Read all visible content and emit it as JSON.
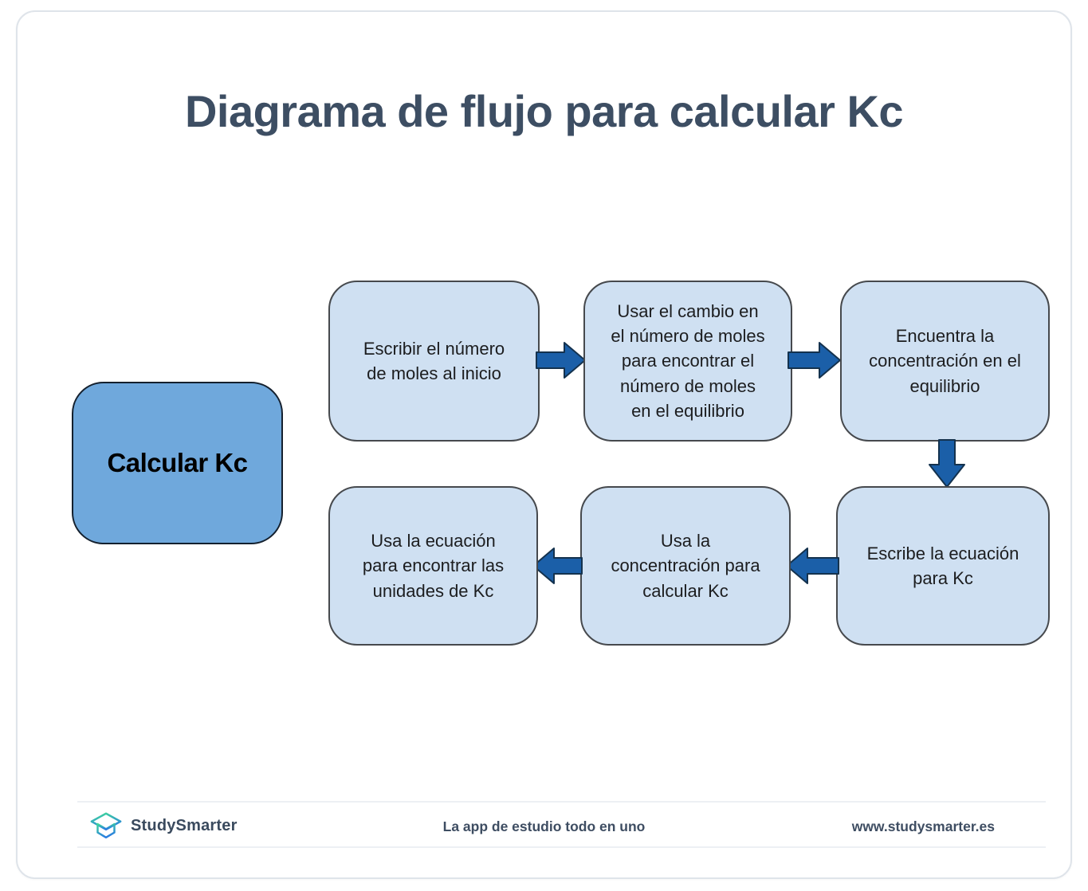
{
  "page": {
    "title": "Diagrama de flujo para calcular Kc"
  },
  "diagram": {
    "start": {
      "label": "Calcular Kc"
    },
    "steps": [
      "Escribir el número\nde moles al inicio",
      "Usar el cambio en\nel número de moles\npara encontrar el\nnúmero de moles\nen el equilibrio",
      "Encuentra la\nconcentración en el\nequilibrio",
      "Escribe la ecuación\npara Kc",
      "Usa la\nconcentración para\ncalcular Kc",
      "Usa la ecuación\npara encontrar las\nunidades de Kc"
    ],
    "arrow_directions": [
      "right",
      "right",
      "down",
      "left",
      "left"
    ]
  },
  "footer": {
    "brand": "StudySmarter",
    "tagline": "La app de estudio todo en uno",
    "website": "www.studysmarter.es"
  },
  "icons": {
    "logo": "studysmarter-box-icon",
    "arrows": [
      "arrow-right-icon",
      "arrow-right-icon",
      "arrow-down-icon",
      "arrow-left-icon",
      "arrow-left-icon"
    ]
  },
  "colors": {
    "title_text": "#3d4e63",
    "step_fill": "#cfe0f2",
    "step_border": "#46494d",
    "start_fill": "#6fa8dc",
    "start_border": "#14202e",
    "arrow_fill": "#1b5fa8",
    "arrow_outline": "#14324e",
    "footer_text": "#3e4d62",
    "divider": "#edf0f4",
    "card_border": "#dfe4ea",
    "logo_gradient_top": "#3fd999",
    "logo_gradient_bottom": "#2b7fe0"
  }
}
